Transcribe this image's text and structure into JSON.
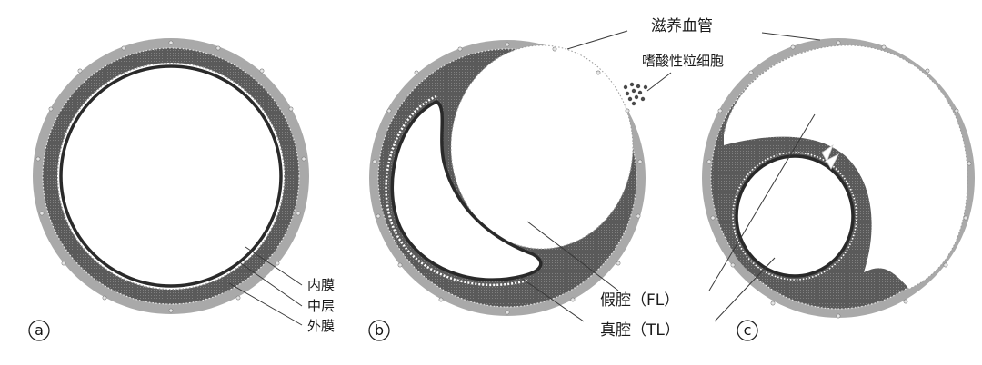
{
  "colors": {
    "adventitia": "#a9a9a9",
    "media": "#575757",
    "intima": "#2a2a2a",
    "dots": "#e4e4e4",
    "leader": "#3a3a3a",
    "background": "#ffffff"
  },
  "panels": [
    {
      "id": "a",
      "letter": "a"
    },
    {
      "id": "b",
      "letter": "b"
    },
    {
      "id": "c",
      "letter": "c"
    }
  ],
  "labels": {
    "intima": "内膜",
    "media": "中层",
    "adventitia": "外膜",
    "vasa_vasorum": "滋养血管",
    "eosinophil": "嗜酸性粒细胞",
    "false_lumen": "假腔（FL）",
    "true_lumen": "真腔（TL）"
  }
}
